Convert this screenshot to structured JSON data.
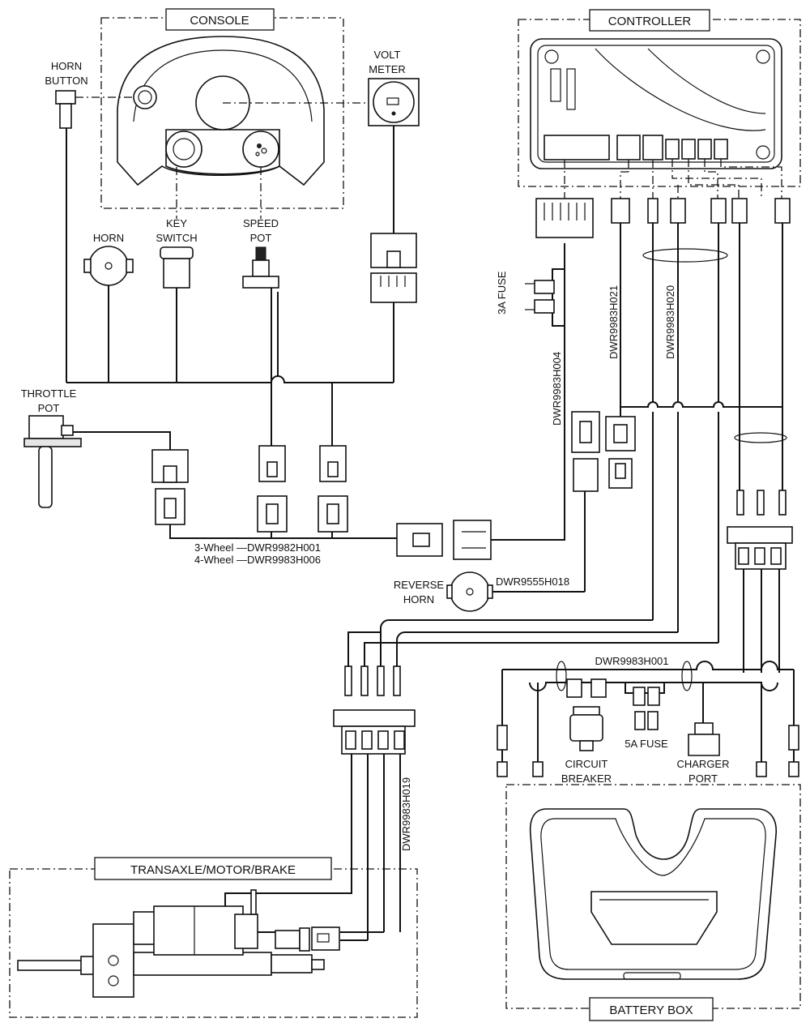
{
  "sections": {
    "console": "CONSOLE",
    "controller": "CONTROLLER",
    "transaxle": "TRANSAXLE/MOTOR/BRAKE",
    "battery_box": "BATTERY BOX"
  },
  "labels": {
    "horn_button_1": "HORN",
    "horn_button_2": "BUTTON",
    "volt_meter_1": "VOLT",
    "volt_meter_2": "METER",
    "horn": "HORN",
    "key_switch_1": "KEY",
    "key_switch_2": "SWITCH",
    "speed_pot_1": "SPEED",
    "speed_pot_2": "POT",
    "throttle_pot_1": "THROTTLE",
    "throttle_pot_2": "POT",
    "fuse_3a": "3A FUSE",
    "reverse_horn_1": "REVERSE",
    "reverse_horn_2": "HORN",
    "circuit_breaker_1": "CIRCUIT",
    "circuit_breaker_2": "BREAKER",
    "fuse_5a": "5A FUSE",
    "charger_port_1": "CHARGER",
    "charger_port_2": "PORT"
  },
  "harness": {
    "h004": "DWR9983H004",
    "h021": "DWR9983H021",
    "h020": "DWR9983H020",
    "h019": "DWR9983H019",
    "h001": "DWR9983H001",
    "h018": "DWR9555H018",
    "three_wheel": "3-Wheel —DWR9982H001",
    "four_wheel": "4-Wheel —DWR9983H006"
  }
}
